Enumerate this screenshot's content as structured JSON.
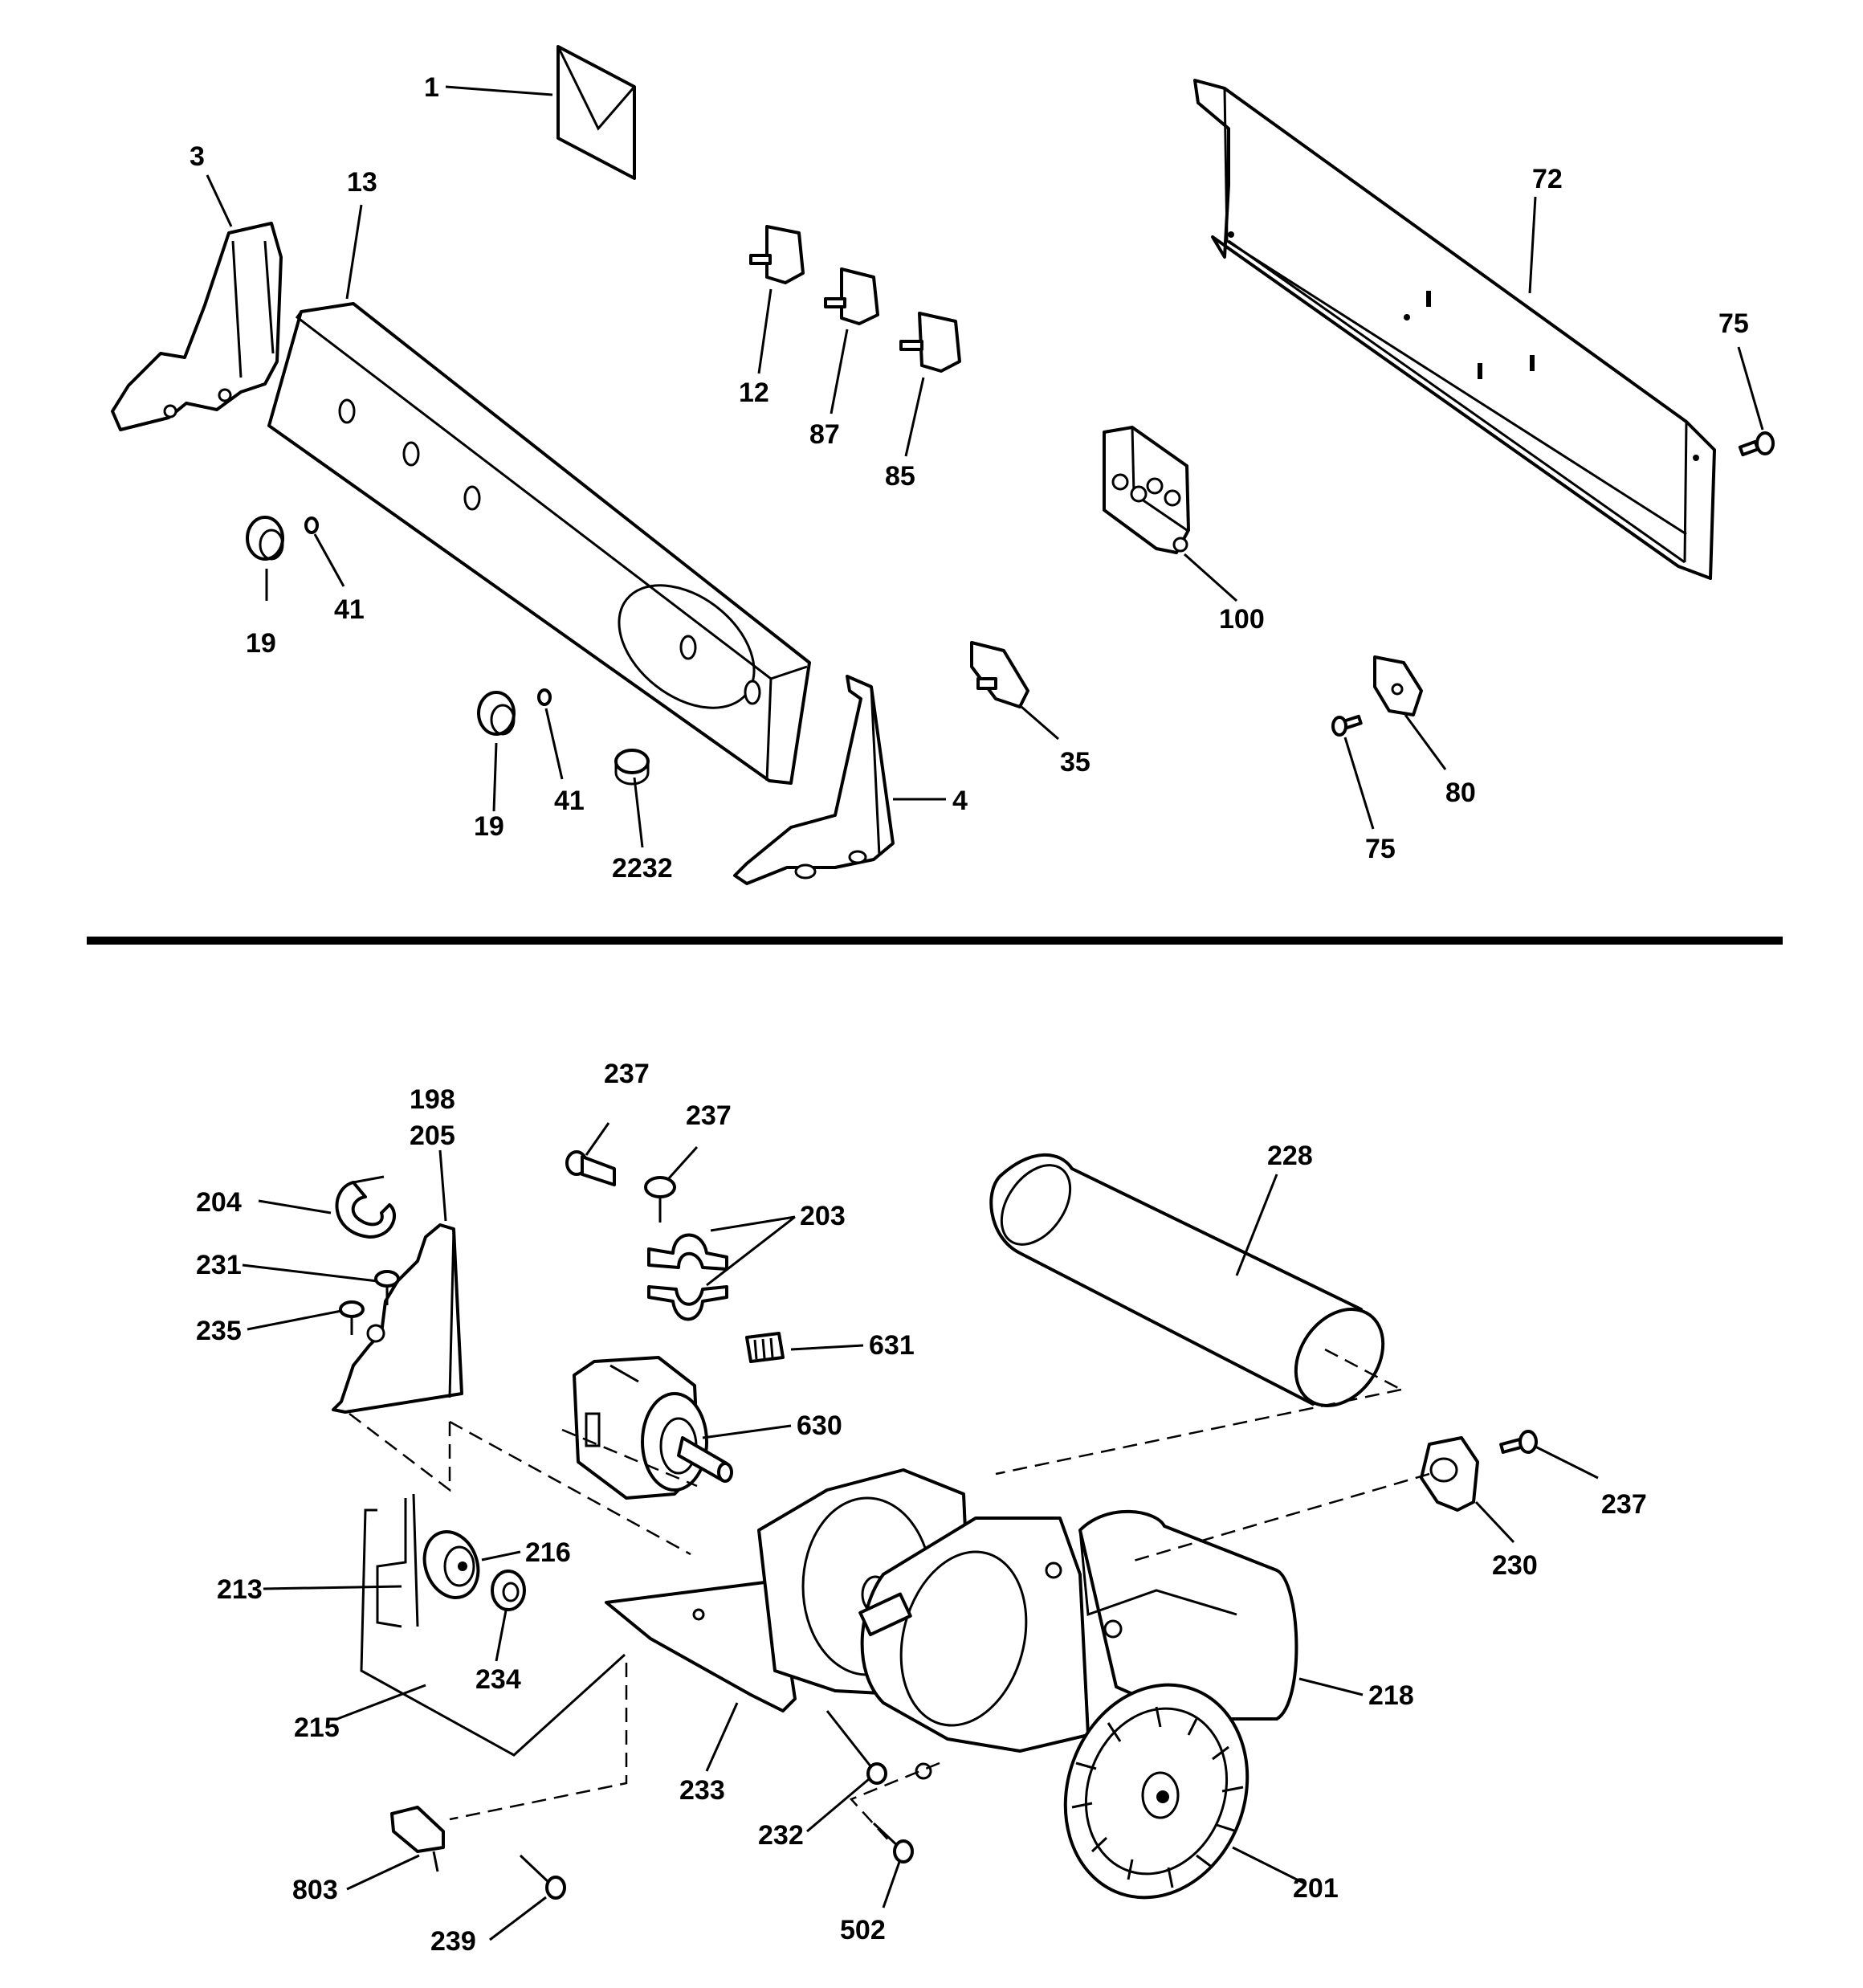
{
  "diagram": {
    "labels": {
      "p1": "1",
      "p3": "3",
      "p13": "13",
      "p72": "72",
      "p75a": "75",
      "p12": "12",
      "p87": "87",
      "p85": "85",
      "p100": "100",
      "p19a": "19",
      "p41a": "41",
      "p19b": "19",
      "p41b": "41",
      "p2232": "2232",
      "p4": "4",
      "p35": "35",
      "p80": "80",
      "p75b": "75",
      "p237a": "237",
      "p237b": "237",
      "p198": "198",
      "p205": "205",
      "p204": "204",
      "p203": "203",
      "p228": "228",
      "p231": "231",
      "p235": "235",
      "p631": "631",
      "p630": "630",
      "p216": "216",
      "p213": "213",
      "p234": "234",
      "p215": "215",
      "p233": "233",
      "p232": "232",
      "p218": "218",
      "p237c": "237",
      "p230": "230",
      "p803": "803",
      "p239": "239",
      "p502": "502",
      "p201": "201"
    }
  }
}
